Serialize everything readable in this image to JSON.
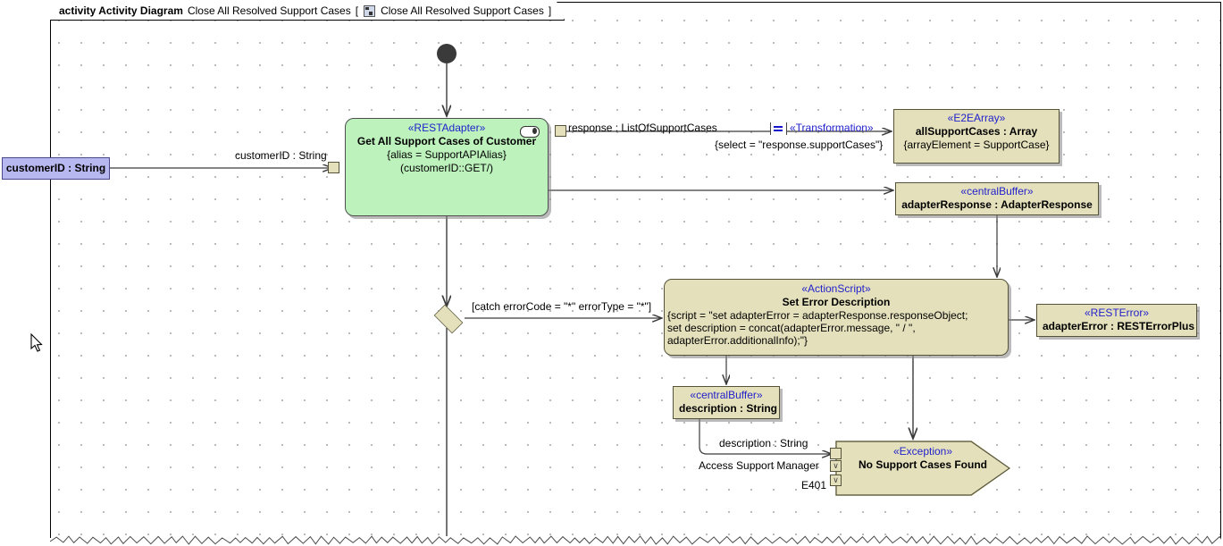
{
  "frame": {
    "keyword": "activity Activity Diagram",
    "name": "Close All Resolved Support Cases",
    "bracket_open": "[",
    "tab_icon": "activity-diagram-icon",
    "tab_name": "Close All Resolved Support Cases",
    "bracket_close": "]"
  },
  "nodes": {
    "initial": {
      "name": "initial-node"
    },
    "param_customerid": {
      "label": "customerID : String",
      "color": "#b8b8f0"
    },
    "action_rest": {
      "stereotype": "«RESTAdapter»",
      "name": "Get All Support Cases of Customer",
      "prop1": "{alias = SupportAPIAlias}",
      "prop2": "(customerID::GET/)",
      "color": "#bdf2bd",
      "icon": "adapter-pill-icon"
    },
    "obj_e2earray": {
      "stereotype": "«E2EArray»",
      "name": "allSupportCases : Array",
      "prop": "{arrayElement = SupportCase}",
      "color": "#e4e0bb"
    },
    "obj_centralbuffer": {
      "stereotype": "«centralBuffer»",
      "name": "adapterResponse : AdapterResponse",
      "color": "#e4e0bb"
    },
    "action_script": {
      "stereotype": "«ActionScript»",
      "name": "Set Error Description",
      "script_line1": "{script = \"set adapterError = adapterResponse.responseObject;",
      "script_line2": "set description = concat(adapterError.message, \" / \",",
      "script_line3": "adapterError.additionalInfo);\"}",
      "color": "#e4e0bb"
    },
    "obj_resterror": {
      "stereotype": "«RESTError»",
      "name": "adapterError : RESTErrorPlus",
      "color": "#e4e0bb"
    },
    "obj_description": {
      "stereotype": "«centralBuffer»",
      "name": "description : String",
      "color": "#e4e0bb"
    },
    "exception": {
      "stereotype": "«Exception»",
      "name": "No Support Cases Found",
      "color": "#e4e0bb"
    },
    "decision": {
      "name": "decision-node",
      "color": "#e4e0bb"
    }
  },
  "edges": {
    "customerid_label": "customerID : String",
    "response_label": "response : ListOfSupportCases",
    "transformation_stereotype": "«Transformation»",
    "transformation_select": "{select = \"response.supportCases\"}",
    "catch_guard": "[catch errorCode = \"*\" errorType = \"*\"]",
    "description_label": "description : String",
    "access_support_manager": "Access Support Manager",
    "error_code": "E401"
  }
}
